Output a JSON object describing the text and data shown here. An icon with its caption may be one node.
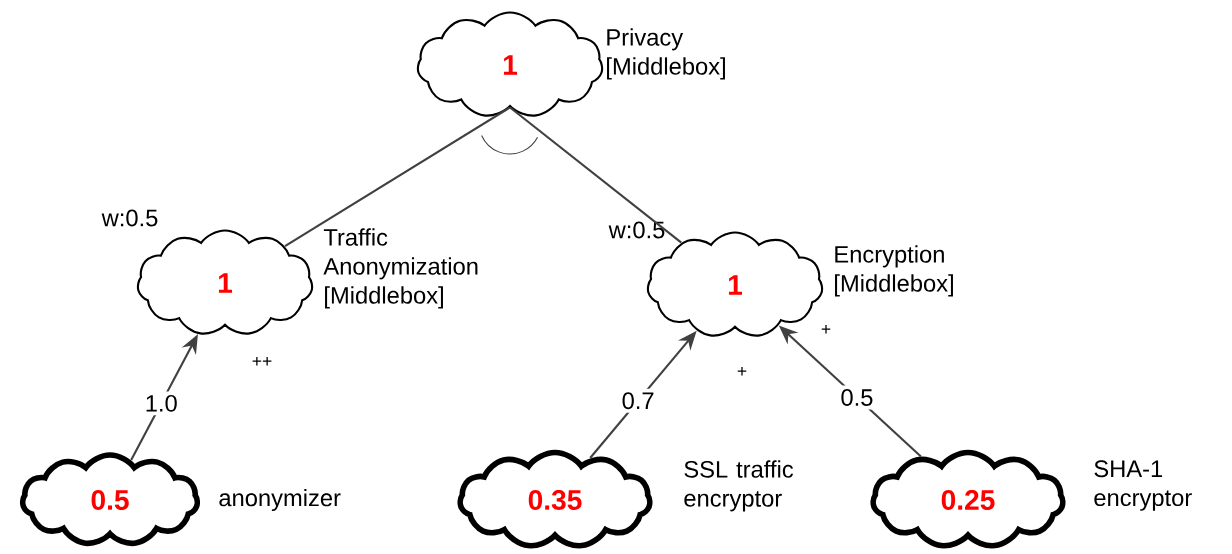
{
  "diagram": {
    "nodes": [
      {
        "text": [
          "1"
        ],
        "beside": [
          "Privacy [Middlebox]"
        ]
      },
      {
        "text": [
          "1"
        ],
        "beside": [
          "Traffic Anonymization [Middlebox]",
          "w:0.5"
        ]
      },
      {
        "text": [
          "1"
        ],
        "beside": [
          "Encryption [Middlebox]",
          "w:0.5"
        ]
      },
      {
        "text": [
          "0.5"
        ],
        "beside": [
          "anonymizer"
        ]
      },
      {
        "text": [
          "0.35"
        ],
        "beside": [
          "SSL traffic encryptor"
        ]
      },
      {
        "text": [
          "0.25"
        ],
        "beside": [
          "SHA-1 encryptor"
        ]
      }
    ],
    "edges": [
      {
        "from": 0,
        "to": 1,
        "arrow": "none"
      },
      {
        "from": 0,
        "to": 2,
        "arrow": "none"
      },
      {
        "from": 3,
        "to": 1,
        "arrow": "to",
        "label": "1.0"
      },
      {
        "from": 4,
        "to": 2,
        "arrow": "to",
        "label": "0.7"
      },
      {
        "from": 5,
        "to": 2,
        "arrow": "to",
        "label": "0.5"
      }
    ],
    "labels": [
      "++",
      "+",
      "+"
    ]
  }
}
